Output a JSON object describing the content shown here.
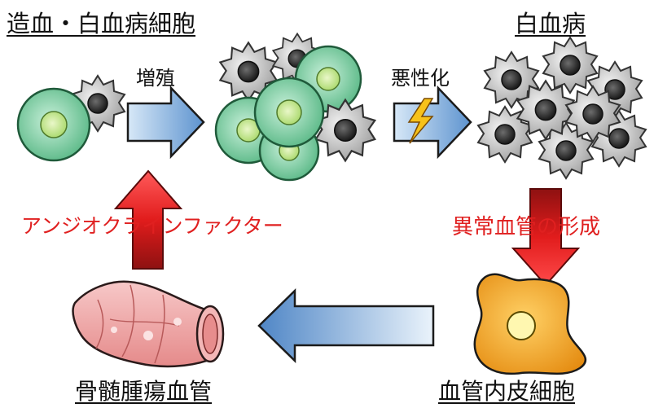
{
  "labels": {
    "hematopoietic_cells": "造血・白血病細胞",
    "leukemia": "白血病",
    "proliferation": "増殖",
    "malignant_transformation": "悪性化",
    "angiocrine_factor": "アンジオクラインファクター",
    "abnormal_vessel_formation": "異常血管の形成",
    "bone_marrow_tumor_vessel": "骨髄腫瘍血管",
    "vascular_endothelial_cell": "血管内皮細胞"
  },
  "colors": {
    "text_black": "#111111",
    "text_red": "#e02020",
    "arrow_blue": "#7aa6d6",
    "arrow_red": "#dd1c1c",
    "cell_green": "#7fd3a6",
    "cell_gray": "#c8c8c8",
    "endothelial_orange": "#f2a21e",
    "vessel_pink": "#f1a7a7",
    "lightning": "#f7c21a"
  },
  "icons": [
    "green-cell-icon",
    "gray-spiky-cell-icon",
    "lightning-icon",
    "endothelial-cell-icon",
    "blood-vessel-icon"
  ]
}
